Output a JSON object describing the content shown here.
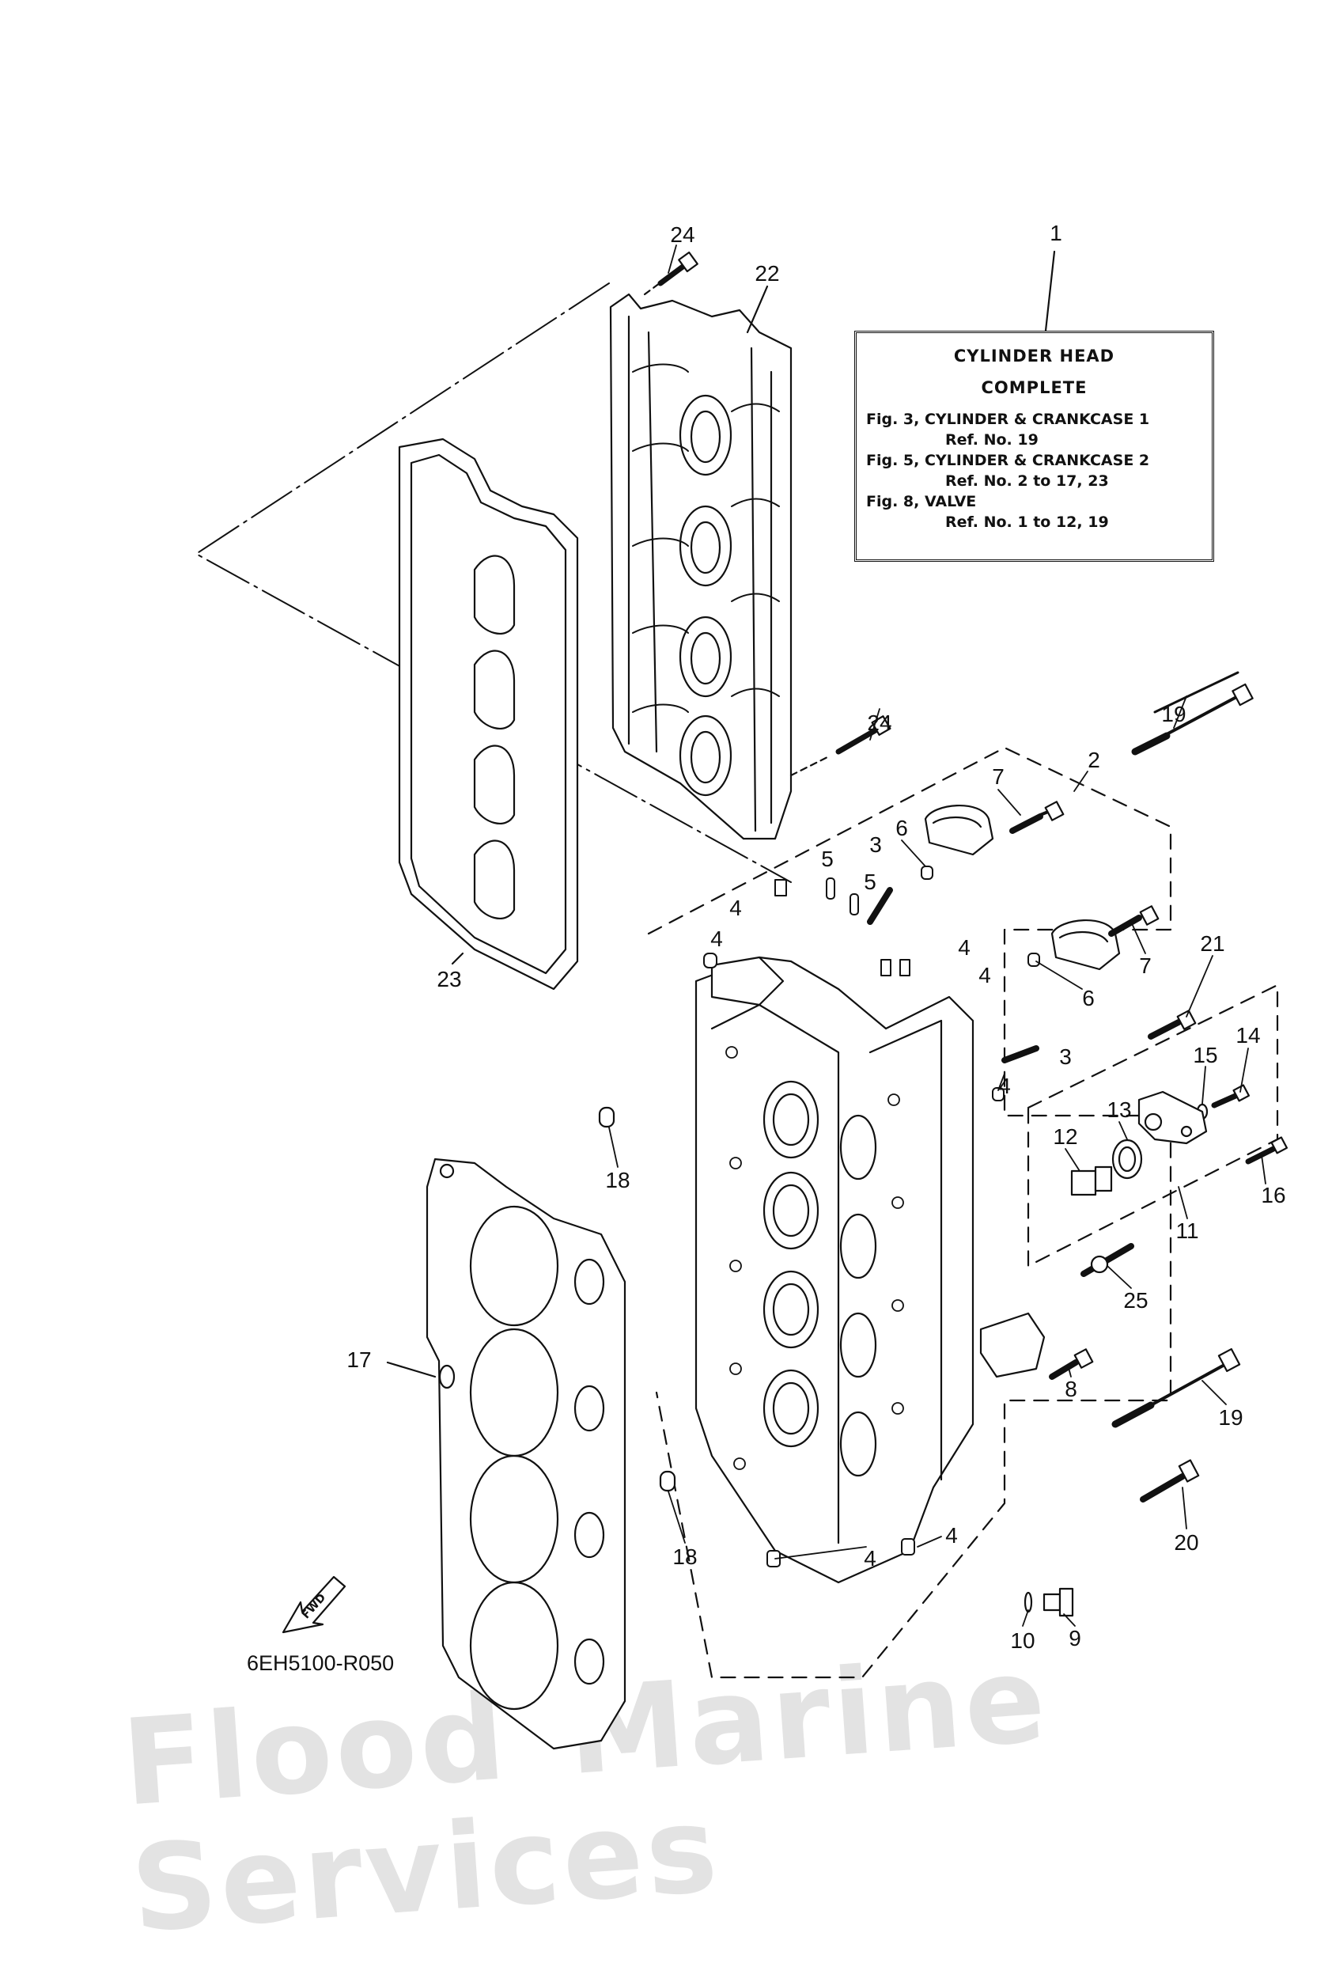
{
  "watermark": "Flood Marine Services",
  "diagram_code": "6EH5100-R050",
  "fwd_label": "FWD",
  "reference_box": {
    "callout": "1",
    "title_line1": "CYLINDER HEAD",
    "title_line2": "COMPLETE",
    "entries": [
      {
        "figure": "Fig. 3, CYLINDER & CRANKCASE 1",
        "ref": "Ref. No. 19"
      },
      {
        "figure": "Fig. 5, CYLINDER & CRANKCASE 2",
        "ref": "Ref. No. 2 to 17, 23"
      },
      {
        "figure": "Fig. 8, VALVE",
        "ref": "Ref. No. 1 to 12, 19"
      }
    ]
  },
  "callouts": [
    {
      "id": "c24a",
      "label": "24",
      "part": "cover bolt (upper)"
    },
    {
      "id": "c22",
      "label": "22",
      "part": "cylinder head cover"
    },
    {
      "id": "c24b",
      "label": "24",
      "part": "cover bolt (middle)"
    },
    {
      "id": "c19a",
      "label": "19",
      "part": "head bolt (upper)"
    },
    {
      "id": "c2",
      "label": "2",
      "part": "cylinder head assembly"
    },
    {
      "id": "c7a",
      "label": "7",
      "part": "bolt"
    },
    {
      "id": "c6a",
      "label": "6",
      "part": "dowel"
    },
    {
      "id": "c3a",
      "label": "3",
      "part": "stud"
    },
    {
      "id": "c5a",
      "label": "5",
      "part": "pin"
    },
    {
      "id": "c5b",
      "label": "5",
      "part": "pin"
    },
    {
      "id": "c4a",
      "label": "4",
      "part": "plug"
    },
    {
      "id": "c4b",
      "label": "4",
      "part": "plug"
    },
    {
      "id": "c4c",
      "label": "4",
      "part": "plug"
    },
    {
      "id": "c4d",
      "label": "4",
      "part": "plug"
    },
    {
      "id": "c7b",
      "label": "7",
      "part": "bolt"
    },
    {
      "id": "c23",
      "label": "23",
      "part": "cover gasket"
    },
    {
      "id": "c6b",
      "label": "6",
      "part": "dowel"
    },
    {
      "id": "c21",
      "label": "21",
      "part": "bolt"
    },
    {
      "id": "c3b",
      "label": "3",
      "part": "stud"
    },
    {
      "id": "c14",
      "label": "14",
      "part": "screw"
    },
    {
      "id": "c15",
      "label": "15",
      "part": "washer"
    },
    {
      "id": "c4e",
      "label": "4",
      "part": "plug"
    },
    {
      "id": "c13",
      "label": "13",
      "part": "seal"
    },
    {
      "id": "c12",
      "label": "12",
      "part": "plug"
    },
    {
      "id": "c18a",
      "label": "18",
      "part": "dowel pin"
    },
    {
      "id": "c16",
      "label": "16",
      "part": "bolt"
    },
    {
      "id": "c11",
      "label": "11",
      "part": "housing assembly"
    },
    {
      "id": "c25",
      "label": "25",
      "part": "sensor"
    },
    {
      "id": "c17",
      "label": "17",
      "part": "head gasket"
    },
    {
      "id": "c8",
      "label": "8",
      "part": "bolt"
    },
    {
      "id": "c19b",
      "label": "19",
      "part": "head bolt (lower)"
    },
    {
      "id": "c20",
      "label": "20",
      "part": "bolt"
    },
    {
      "id": "c18b",
      "label": "18",
      "part": "dowel pin"
    },
    {
      "id": "c4f",
      "label": "4",
      "part": "plug"
    },
    {
      "id": "c4g",
      "label": "4",
      "part": "plug"
    },
    {
      "id": "c10",
      "label": "10",
      "part": "gasket"
    },
    {
      "id": "c9",
      "label": "9",
      "part": "plug"
    }
  ]
}
